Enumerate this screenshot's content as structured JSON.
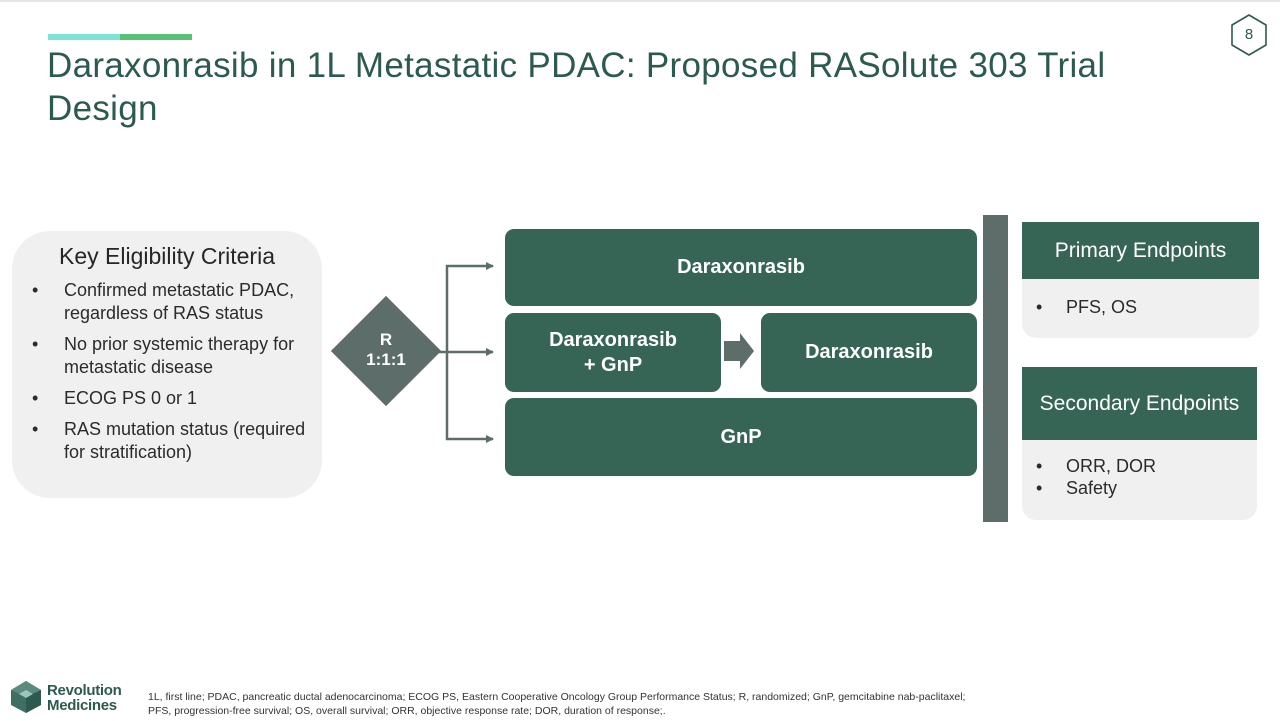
{
  "header": {
    "title": "Daraxonrasib in 1L Metastatic PDAC: Proposed RASolute 303 Trial Design",
    "page_number": "8"
  },
  "eligibility": {
    "title": "Key Eligibility Criteria",
    "bullet": "•",
    "items": [
      "Confirmed metastatic PDAC, regardless of RAS status",
      "No prior systemic therapy for metastatic disease",
      "ECOG PS 0 or 1",
      "RAS mutation status (required for stratification)"
    ]
  },
  "randomization": {
    "label": "R",
    "ratio": "1:1:1"
  },
  "arms": {
    "arm1": "Daraxonrasib",
    "arm2_induction_line1": "Daraxonrasib",
    "arm2_induction_line2": "+ GnP",
    "arm2_maintenance": "Daraxonrasib",
    "arm3": "GnP"
  },
  "endpoints": {
    "primary_title": "Primary Endpoints",
    "primary_items": [
      "PFS, OS"
    ],
    "secondary_title": "Secondary Endpoints",
    "secondary_items": [
      "ORR, DOR",
      "Safety"
    ]
  },
  "footer": {
    "logo_line1": "Revolution",
    "logo_line2": "Medicines",
    "footnote": "1L, first line; PDAC, pancreatic ductal adenocarcinoma; ECOG PS, Eastern Cooperative Oncology Group Performance Status; R, randomized; GnP, gemcitabine nab-paclitaxel; PFS, progression-free survival; OS, overall survival; ORR, objective response rate; DOR, duration of response;."
  },
  "colors": {
    "primary_green": "#366555",
    "diamond_gray": "#5d6e6a",
    "panel_gray": "#f0f0f0",
    "accent_teal": "#7de3d4",
    "accent_green": "#59c173"
  }
}
